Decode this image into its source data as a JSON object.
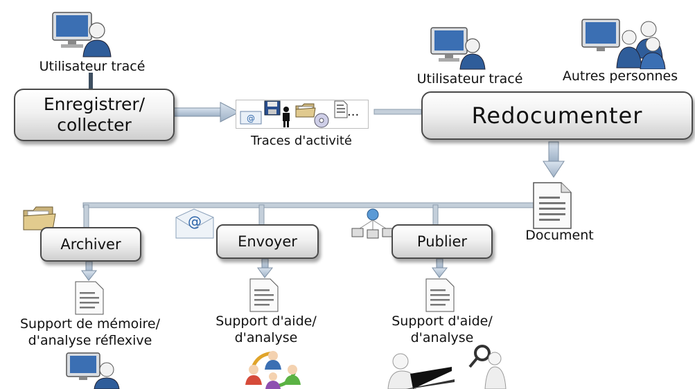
{
  "top": {
    "user_left_caption": "Utilisateur tracé",
    "user_right_caption": "Utilisateur tracé",
    "others_caption": "Autres personnes",
    "record_box": "Enregistrer/\ncollecter",
    "traces_caption": "Traces d'activité",
    "traces_ellipsis": "...",
    "redoc_box": "Redocumenter",
    "document_caption": "Document"
  },
  "actions": [
    {
      "label": "Archiver",
      "caption_line1": "Support de mémoire/",
      "caption_line2": "d'analyse réflexive"
    },
    {
      "label": "Envoyer",
      "caption_line1": "Support d'aide/",
      "caption_line2": "d'analyse"
    },
    {
      "label": "Publier",
      "caption_line1": "Support d'aide/",
      "caption_line2": "d'analyse"
    }
  ],
  "icons": {
    "computer_user": "computer-user-icon",
    "group": "group-users-icon",
    "folder": "folder-icon",
    "email": "email-envelope-icon",
    "network": "network-icon",
    "document": "document-icon",
    "floppy": "floppy-disk-icon",
    "person": "person-icon",
    "cd": "cd-disc-icon",
    "people_cycle": "people-cycle-icon",
    "laptop_user": "laptop-user-icon",
    "magnifier_person": "magnifier-person-icon"
  },
  "colors": {
    "connector": "#b9c7d6",
    "connector_edge": "#6f8296",
    "monitor_blue": "#3b6fb3",
    "person_blue": "#2f5d9a"
  }
}
